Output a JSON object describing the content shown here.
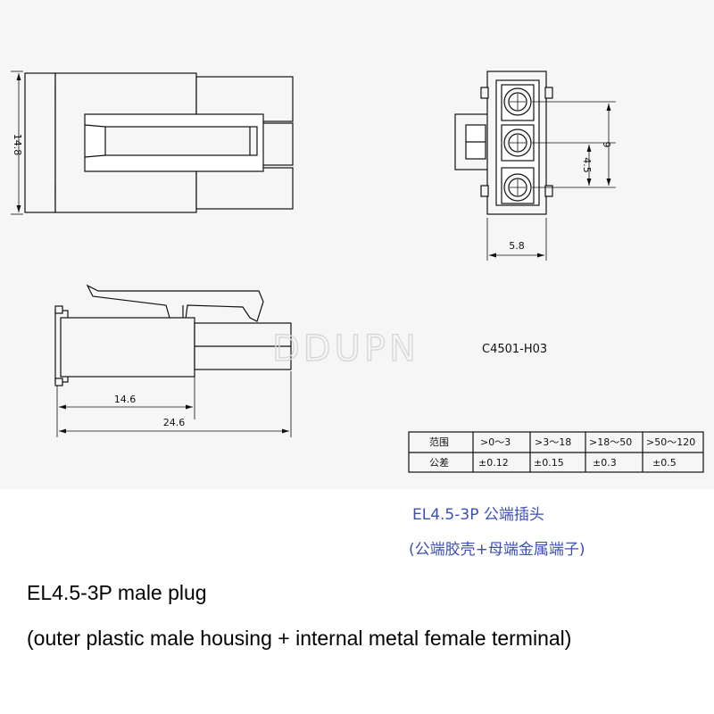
{
  "drawing": {
    "side_view_dimension": "14.8",
    "front_view_dimensions": {
      "width": "5.8",
      "pitch": "4.5",
      "span": "9"
    },
    "bottom_view_dimensions": {
      "housing_length": "14.6",
      "total_length": "24.6"
    },
    "part_code": "C4501-H03",
    "watermark": "DDUPN"
  },
  "tolerance_table": {
    "rows": [
      [
        "范围",
        ">0～3",
        ">3～18",
        ">18～50",
        ">50～120"
      ],
      [
        "公差",
        "±0.12",
        "±0.15",
        "±0.3",
        "±0.5"
      ]
    ]
  },
  "captions": {
    "cn_title": "EL4.5-3P 公端插头",
    "cn_subtitle": "(公端胶壳+母端金属端子)",
    "en_title": "EL4.5-3P male plug",
    "en_subtitle": "(outer plastic male housing + internal metal female terminal)"
  },
  "colors": {
    "caption_cn": "#3b4fb8",
    "caption_en": "#000000",
    "drawing_background": "#f6f6f6"
  }
}
